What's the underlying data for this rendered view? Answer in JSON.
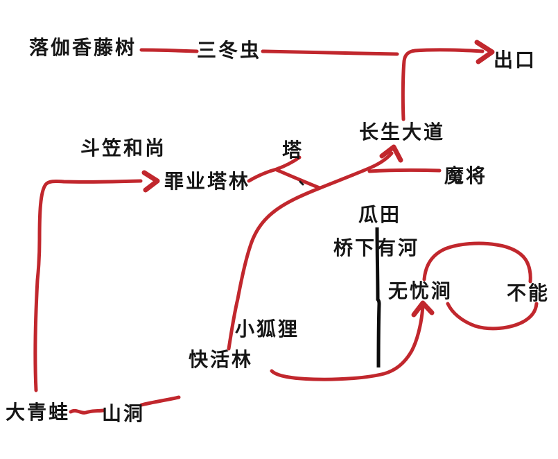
{
  "diagram": {
    "type": "hand-drawn-route-map",
    "colors": {
      "arrow_red": "#c1272d",
      "divider_black": "#0c0c0c",
      "text": "#161616",
      "background": "#ffffff"
    },
    "nodes": [
      {
        "id": "luojia-tree",
        "text": "落伽香藤树"
      },
      {
        "id": "three-winter-bug",
        "text": "三冬虫"
      },
      {
        "id": "exit",
        "text": "出口"
      },
      {
        "id": "changsheng-avenue",
        "text": "长生大道"
      },
      {
        "id": "douli-monk",
        "text": "斗笠和尚"
      },
      {
        "id": "tower",
        "text": "塔"
      },
      {
        "id": "zuiye-tower-forest",
        "text": "罪业塔林"
      },
      {
        "id": "demon-general",
        "text": "魔将"
      },
      {
        "id": "melon-field",
        "text": "瓜田"
      },
      {
        "id": "river-under-bridge",
        "text": "桥下有河"
      },
      {
        "id": "wuyou-stream",
        "text": "无忧涧"
      },
      {
        "id": "cannot",
        "text": "不能"
      },
      {
        "id": "little-fox",
        "text": "小狐狸"
      },
      {
        "id": "kuaihuo-forest",
        "text": "快活林"
      },
      {
        "id": "big-green-frog",
        "text": "大青蛙"
      },
      {
        "id": "cave",
        "text": "山洞"
      }
    ],
    "edges": [
      {
        "id": "edge-luojia-to-bug",
        "from": "luojia-tree",
        "to": "three-winter-bug",
        "arrow": false,
        "color": "red"
      },
      {
        "id": "edge-bug-to-junction",
        "from": "three-winter-bug",
        "to": "exit-junction",
        "arrow": false,
        "color": "red"
      },
      {
        "id": "edge-avenue-to-exit",
        "from": "changsheng-avenue",
        "to": "exit",
        "arrow": true,
        "color": "red"
      },
      {
        "id": "edge-leftcol-to-zuiye",
        "from": "big-green-frog",
        "to": "zuiye-tower-forest",
        "arrow": true,
        "color": "red"
      },
      {
        "id": "edge-kuaihuo-to-avenue",
        "from": "kuaihuo-forest",
        "to": "changsheng-avenue",
        "arrow": true,
        "color": "red"
      },
      {
        "id": "edge-zuiye-tower-fork",
        "from": "zuiye-tower-forest",
        "to": "tower",
        "arrow": false,
        "color": "red"
      },
      {
        "id": "edge-demon-to-path",
        "from": "demon-general",
        "to": "avenue-path",
        "arrow": false,
        "color": "red"
      },
      {
        "id": "edge-kuaihuo-to-wuyou",
        "from": "kuaihuo-forest",
        "to": "wuyou-stream",
        "arrow": true,
        "color": "red"
      },
      {
        "id": "edge-wuyou-cannot-loop",
        "from": "wuyou-stream",
        "to": "cannot",
        "arrow": false,
        "color": "red",
        "shape": "loop"
      },
      {
        "id": "edge-frog-to-cave",
        "from": "big-green-frog",
        "to": "cave",
        "arrow": false,
        "color": "red"
      },
      {
        "id": "edge-cave-northeast",
        "from": "cave",
        "to": "northeast",
        "arrow": false,
        "color": "red"
      },
      {
        "id": "edge-bridge-divider",
        "from": "melon-field",
        "to": "river-under-bridge",
        "arrow": false,
        "color": "black",
        "shape": "vertical-divider"
      }
    ]
  }
}
